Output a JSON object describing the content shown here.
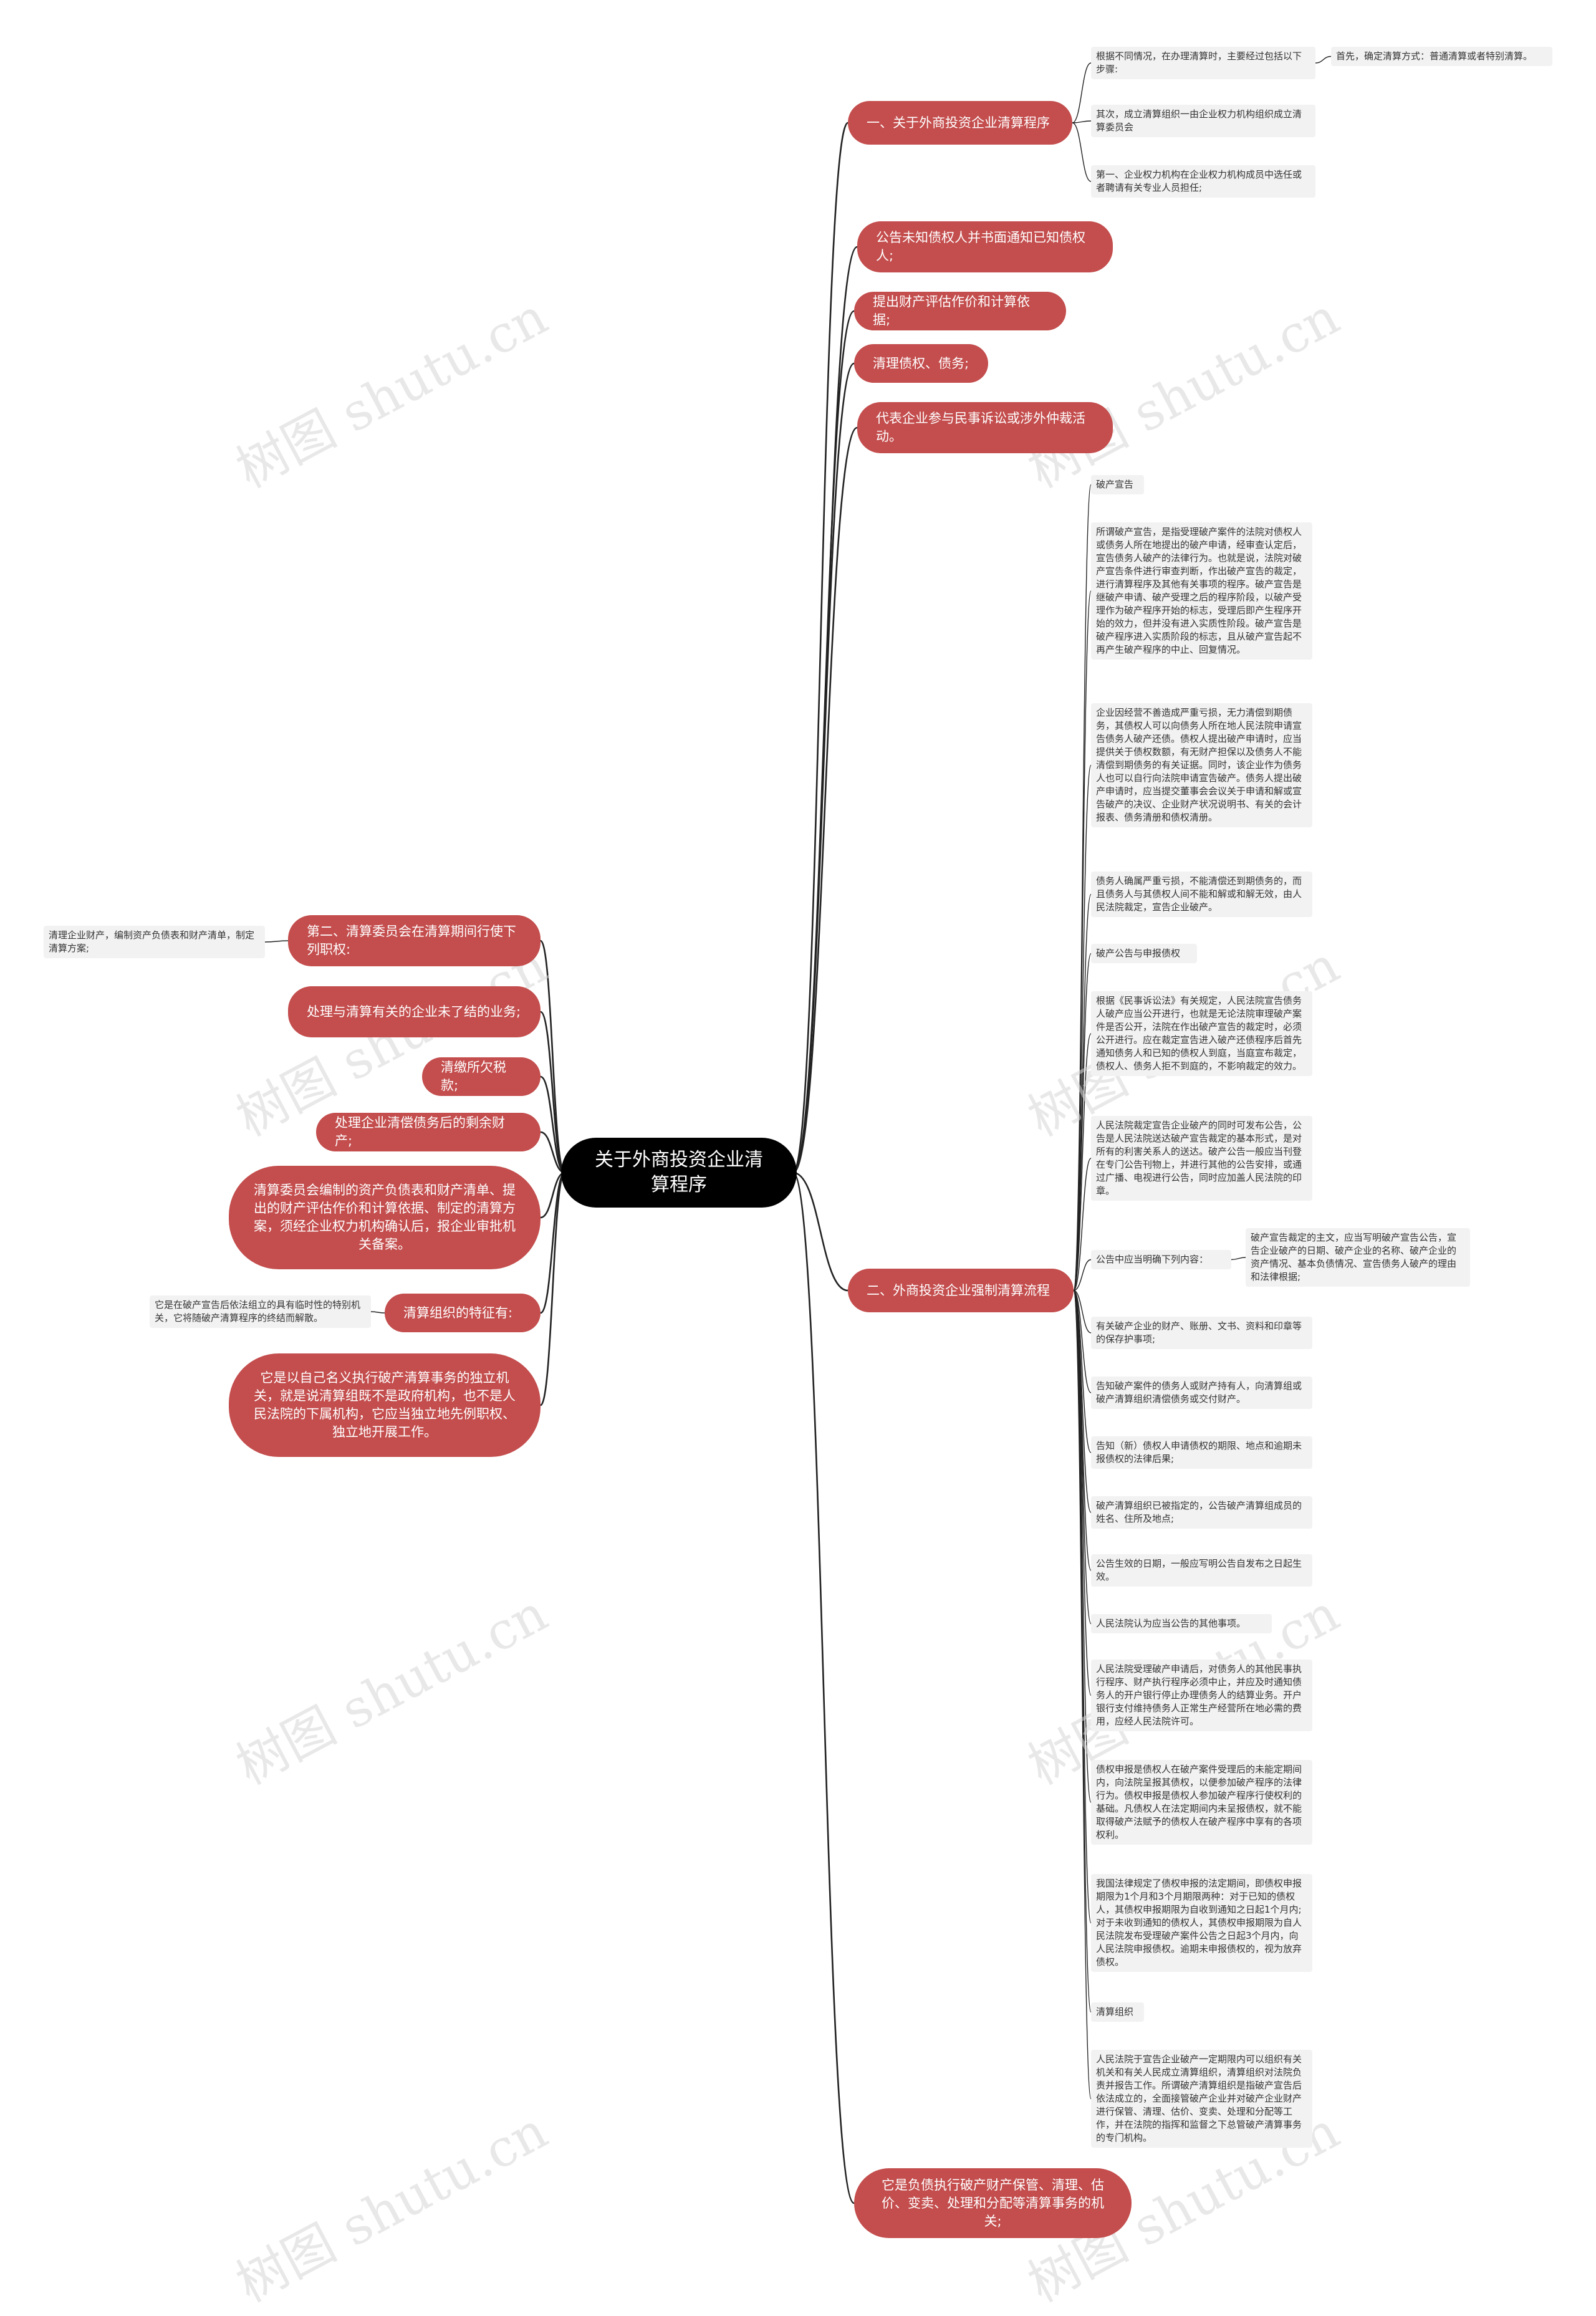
{
  "root": "关于外商投资企业清算程序",
  "watermark": "树图 shutu.cn",
  "colors": {
    "branch": "#c44d4d",
    "root": "#000000",
    "leaf": "#f2f2f2",
    "line": "#222222"
  },
  "right": {
    "b1": {
      "label": "一、关于外商投资企业清算程序",
      "c1": "根据不同情况，在办理清算时，主要经过包括以下步骤:",
      "c1a": "首先，确定清算方式：普通清算或者特别清算。",
      "c2": "其次，成立清算组织一由企业权力机构组织成立清算委员会",
      "c3": "第一、企业权力机构在企业权力机构成员中选任或者聘请有关专业人员担任;"
    },
    "b2": "公告未知债权人并书面通知已知债权人;",
    "b3": "提出财产评估作价和计算依据;",
    "b4": "清理债权、债务;",
    "b5": "代表企业参与民事诉讼或涉外仲裁活动。",
    "b6": {
      "label": "二、外商投资企业强制清算流程",
      "c01": "破产宣告",
      "c02": "所谓破产宣告，是指受理破产案件的法院对债权人或债务人所在地提出的破产申请，经审查认定后，宣告债务人破产的法律行为。也就是说，法院对破产宣告条件进行审查判断，作出破产宣告的裁定，进行清算程序及其他有关事项的程序。破产宣告是继破产申请、破产受理之后的程序阶段，以破产受理作为破产程序开始的标志，受理后即产生程序开始的效力，但并没有进入实质性阶段。破产宣告是破产程序进入实质阶段的标志，且从破产宣告起不再产生破产程序的中止、回复情况。",
      "c03": "企业因经营不善造成严重亏损，无力清偿到期债务，其债权人可以向债务人所在地人民法院申请宣告债务人破产还债。债权人提出破产申请时，应当提供关于债权数额，有无财产担保以及债务人不能清偿到期债务的有关证据。同时，该企业作为债务人也可以自行向法院申请宣告破产。债务人提出破产申请时，应当提交董事会会议关于申请和解或宣告破产的决议、企业财产状况说明书、有关的会计报表、债务清册和债权清册。",
      "c04": "债务人确属严重亏损，不能清偿还到期债务的，而且债务人与其债权人间不能和解或和解无效，由人民法院裁定，宣告企业破产。",
      "c05": "破产公告与申报债权",
      "c06": "根据《民事诉讼法》有关规定，人民法院宣告债务人破产应当公开进行，也就是无论法院审理破产案件是否公开，法院在作出破产宣告的裁定时，必须公开进行。应在裁定宣告进入破产还债程序后首先通知债务人和已知的债权人到庭，当庭宣布裁定，债权人、债务人拒不到庭的，不影响裁定的效力。",
      "c07": "人民法院裁定宣告企业破产的同时可发布公告，公告是人民法院送达破产宣告裁定的基本形式，是对所有的利害关系人的送达。破产公告一般应当刊登在专门公告刊物上，并进行其他的公告安排，或通过广播、电视进行公告，同时应加盖人民法院的印章。",
      "c08": "公告中应当明确下列内容：",
      "c08a": "破产宣告裁定的主文，应当写明破产宣告公告，宣告企业破产的日期、破产企业的名称、破产企业的资产情况、基本负债情况、宣告债务人破产的理由和法律根据;",
      "c09": "有关破产企业的财产、账册、文书、资料和印章等的保存护事项;",
      "c10": "告知破产案件的债务人或财产持有人，向清算组或破产清算组织清偿债务或交付财产。",
      "c11": "告知（新）债权人申请债权的期限、地点和逾期未报债权的法律后果;",
      "c12": "破产清算组织已被指定的，公告破产清算组成员的姓名、住所及地点;",
      "c13": "公告生效的日期，一般应写明公告自发布之日起生效。",
      "c14": "人民法院认为应当公告的其他事项。",
      "c15": "人民法院受理破产申请后，对债务人的其他民事执行程序、财产执行程序必须中止，并应及时通知债务人的开户银行停止办理债务人的结算业务。开户银行支付维持债务人正常生产经营所在地必需的费用，应经人民法院许可。",
      "c16": "债权申报是债权人在破产案件受理后的未能定期间内，向法院呈报其债权，以便参加破产程序的法律行为。债权申报是债权人参加破产程序行使权利的基础。凡债权人在法定期间内未呈报债权，就不能取得破产法赋予的债权人在破产程序中享有的各项权利。",
      "c17": "我国法律规定了债权申报的法定期间，即债权申报期限为1个月和3个月期限两种：对于已知的债权人，其债权申报期限为自收到通知之日起1个月内;对于未收到通知的债权人，其债权申报期限为自人民法院发布受理破产案件公告之日起3个月内，向人民法院申报债权。逾期未申报债权的，视为放弃债权。",
      "c18": "清算组织",
      "c19": "人民法院于宣告企业破产一定期限内可以组织有关机关和有关人民成立清算组织，清算组织对法院负责并报告工作。所谓破产清算组织是指破产宣告后依法成立的，全面接管破产企业并对破产企业财产进行保管、清理、估价、变卖、处理和分配等工作，并在法院的指挥和监督之下总管破产清算事务的专门机构。"
    },
    "b7": "它是负债执行破产财产保管、清理、估价、变卖、处理和分配等清算事务的机关;"
  },
  "left": {
    "b1": {
      "label": "第二、清算委员会在清算期间行使下列职权:",
      "c1": "清理企业财产，编制资产负债表和财产清单，制定清算方案;"
    },
    "b2": "处理与清算有关的企业未了结的业务;",
    "b3": "清缴所欠税款;",
    "b4": "处理企业清偿债务后的剩余财产;",
    "b5": "清算委员会编制的资产负债表和财产清单、提出的财产评估作价和计算依据、制定的清算方案，须经企业权力机构确认后，报企业审批机关备案。",
    "b6": {
      "label": "清算组织的特征有:",
      "c1": "它是在破产宣告后依法组立的具有临时性的特别机关，它将随破产清算程序的终结而解散。"
    },
    "b7": "它是以自己名义执行破产清算事务的独立机关，就是说清算组既不是政府机构，也不是人民法院的下属机构，它应当独立地先例职权、独立地开展工作。"
  }
}
